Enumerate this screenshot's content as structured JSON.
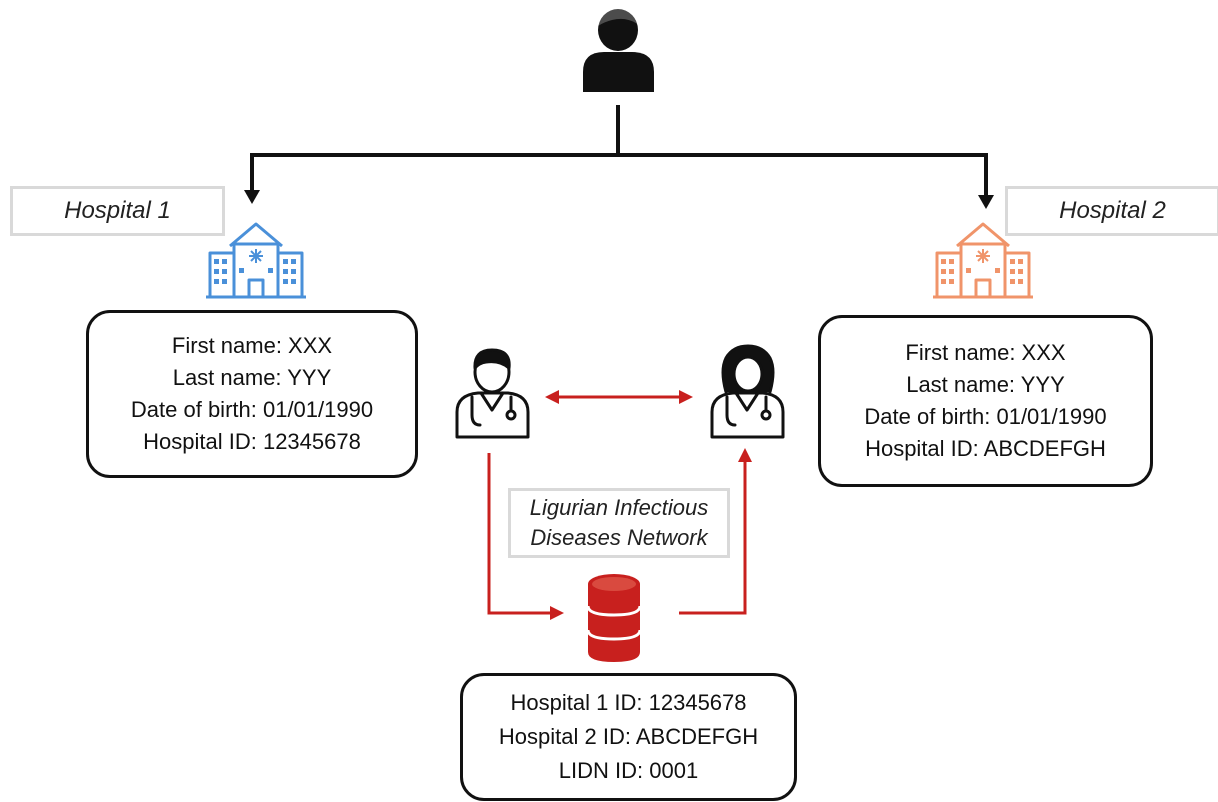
{
  "labels": {
    "hospital1": "Hospital 1",
    "hospital2": "Hospital 2",
    "network_line1": "Ligurian Infectious",
    "network_line2": "Diseases Network"
  },
  "hospital1_record": [
    "First name: XXX",
    "Last name: YYY",
    "Date of birth: 01/01/1990",
    "Hospital ID: 12345678"
  ],
  "hospital2_record": [
    "First name: XXX",
    "Last name: YYY",
    "Date of birth: 01/01/1990",
    "Hospital ID: ABCDEFGH"
  ],
  "network_record": [
    "Hospital 1 ID: 12345678",
    "Hospital 2 ID: ABCDEFGH",
    "LIDN ID: 0001"
  ],
  "icons": {
    "patient": "person-icon",
    "hospital1": "hospital-icon",
    "hospital2": "hospital-icon",
    "doctor_male": "doctor-icon",
    "doctor_female": "doctor-icon",
    "database": "database-icon"
  },
  "colors": {
    "hospital1": "#4a90d9",
    "hospital2": "#f0946a",
    "network": "#c8201e",
    "connector": "#111111"
  }
}
